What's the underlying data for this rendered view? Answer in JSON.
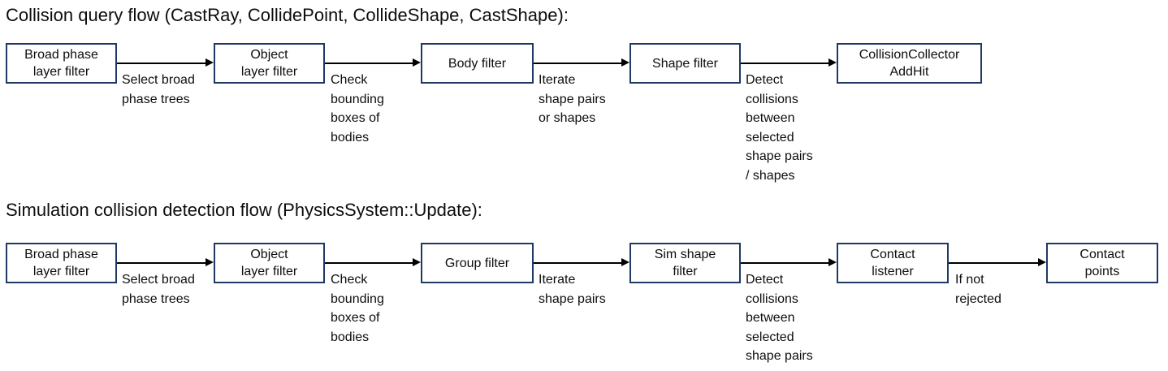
{
  "colors": {
    "box_border": "#1f3864",
    "arrow": "#000000",
    "text": "#0d0d0d",
    "background": "#ffffff"
  },
  "flows": [
    {
      "title": "Collision query flow (CastRay, CollidePoint, CollideShape, CastShape):",
      "boxes": [
        {
          "label": "Broad phase\nlayer filter"
        },
        {
          "label": "Object\nlayer filter"
        },
        {
          "label": "Body filter"
        },
        {
          "label": "Shape filter"
        },
        {
          "label": "CollisionCollector\nAddHit"
        }
      ],
      "arrow_labels": [
        "Select broad\nphase trees",
        "Check\nbounding\nboxes of\nbodies",
        "Iterate\nshape pairs\nor shapes",
        "Detect\ncollisions\nbetween\nselected\nshape pairs\n/ shapes"
      ]
    },
    {
      "title": "Simulation collision detection flow (PhysicsSystem::Update):",
      "boxes": [
        {
          "label": "Broad phase\nlayer filter"
        },
        {
          "label": "Object\nlayer filter"
        },
        {
          "label": "Group filter"
        },
        {
          "label": "Sim shape\nfilter"
        },
        {
          "label": "Contact\nlistener"
        },
        {
          "label": "Contact\npoints"
        }
      ],
      "arrow_labels": [
        "Select broad\nphase trees",
        "Check\nbounding\nboxes of\nbodies",
        "Iterate\nshape pairs",
        "Detect\ncollisions\nbetween\nselected\nshape pairs",
        "If not\nrejected"
      ]
    }
  ]
}
